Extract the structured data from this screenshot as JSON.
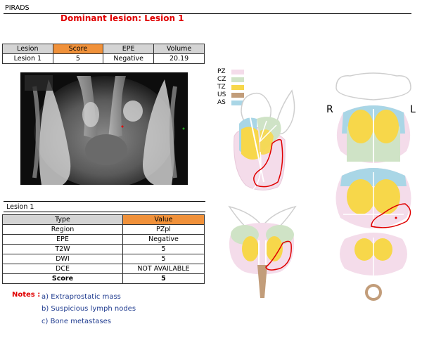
{
  "header": {
    "title": "PIRADS",
    "dominant": "Dominant lesion: Lesion 1"
  },
  "summary": {
    "columns": [
      "Lesion",
      "Score",
      "EPE",
      "Volume"
    ],
    "row": [
      "Lesion 1",
      "5",
      "Negative",
      "20.19"
    ]
  },
  "lesion": {
    "section_title": "Lesion 1",
    "columns": [
      "Type",
      "Value"
    ],
    "rows": [
      [
        "Region",
        "PZpl"
      ],
      [
        "EPE",
        "Negative"
      ],
      [
        "T2W",
        "5"
      ],
      [
        "DWI",
        "5"
      ],
      [
        "DCE",
        "NOT AVAILABLE"
      ],
      [
        "Score",
        "5"
      ]
    ]
  },
  "notes": {
    "label": "Notes :",
    "items": [
      "a) Extraprostatic mass",
      "b) Suspicious lymph nodes",
      "c) Bone metastases"
    ]
  },
  "legend": [
    {
      "code": "PZ",
      "color": "#f4dcea"
    },
    {
      "code": "CZ",
      "color": "#cfe3c6"
    },
    {
      "code": "TZ",
      "color": "#f7d74a"
    },
    {
      "code": "US",
      "color": "#c29d7a"
    },
    {
      "code": "AS",
      "color": "#a9d6e6"
    }
  ],
  "orientation": {
    "right": "R",
    "left": "L"
  },
  "colors": {
    "lesion_outline": "#e00000",
    "header_orange": "#f0913a",
    "header_grey": "#d4d4d4"
  }
}
